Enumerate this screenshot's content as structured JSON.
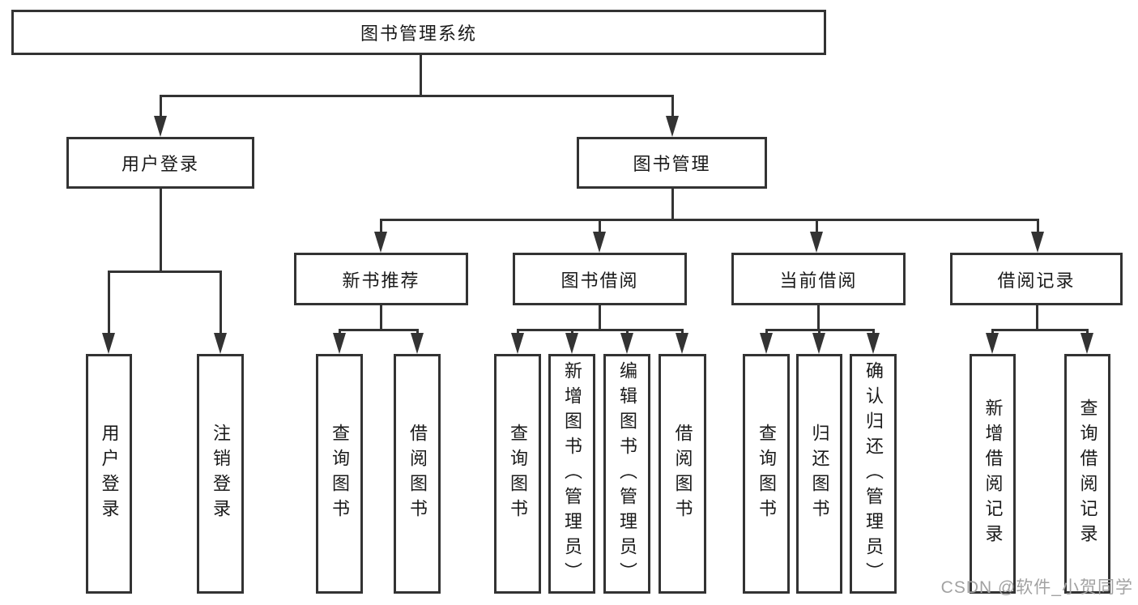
{
  "diagram": {
    "type": "tree",
    "title": "图书管理系统",
    "nodes": {
      "root": {
        "label": "图书管理系统"
      },
      "level2": [
        {
          "label": "用户登录"
        },
        {
          "label": "图书管理"
        }
      ],
      "level3": [
        {
          "label": "新书推荐"
        },
        {
          "label": "图书借阅"
        },
        {
          "label": "当前借阅"
        },
        {
          "label": "借阅记录"
        }
      ],
      "leaves": [
        {
          "label": "用户登录"
        },
        {
          "label": "注销登录"
        },
        {
          "label": "查询图书"
        },
        {
          "label": "借阅图书"
        },
        {
          "label": "查询图书"
        },
        {
          "label": "新增图书（管理员）"
        },
        {
          "label": "编辑图书（管理员）"
        },
        {
          "label": "借阅图书"
        },
        {
          "label": "查询图书"
        },
        {
          "label": "归还图书"
        },
        {
          "label": "确认归还（管理员）"
        },
        {
          "label": "新增借阅记录"
        },
        {
          "label": "查询借阅记录"
        }
      ]
    },
    "hierarchy": {
      "图书管理系统": [
        "用户登录",
        "图书管理"
      ],
      "用户登录": [
        "用户登录",
        "注销登录"
      ],
      "图书管理": [
        "新书推荐",
        "图书借阅",
        "当前借阅",
        "借阅记录"
      ],
      "新书推荐": [
        "查询图书",
        "借阅图书"
      ],
      "图书借阅": [
        "查询图书",
        "新增图书（管理员）",
        "编辑图书（管理员）",
        "借阅图书"
      ],
      "当前借阅": [
        "查询图书",
        "归还图书",
        "确认归还（管理员）"
      ],
      "借阅记录": [
        "新增借阅记录",
        "查询借阅记录"
      ]
    },
    "colors": {
      "line": "#333333",
      "text": "#1a1a1a",
      "background": "#ffffff",
      "watermark_text": "#a2a2a2"
    }
  },
  "watermark": {
    "text": "CSDN @软件_小贺同学"
  }
}
